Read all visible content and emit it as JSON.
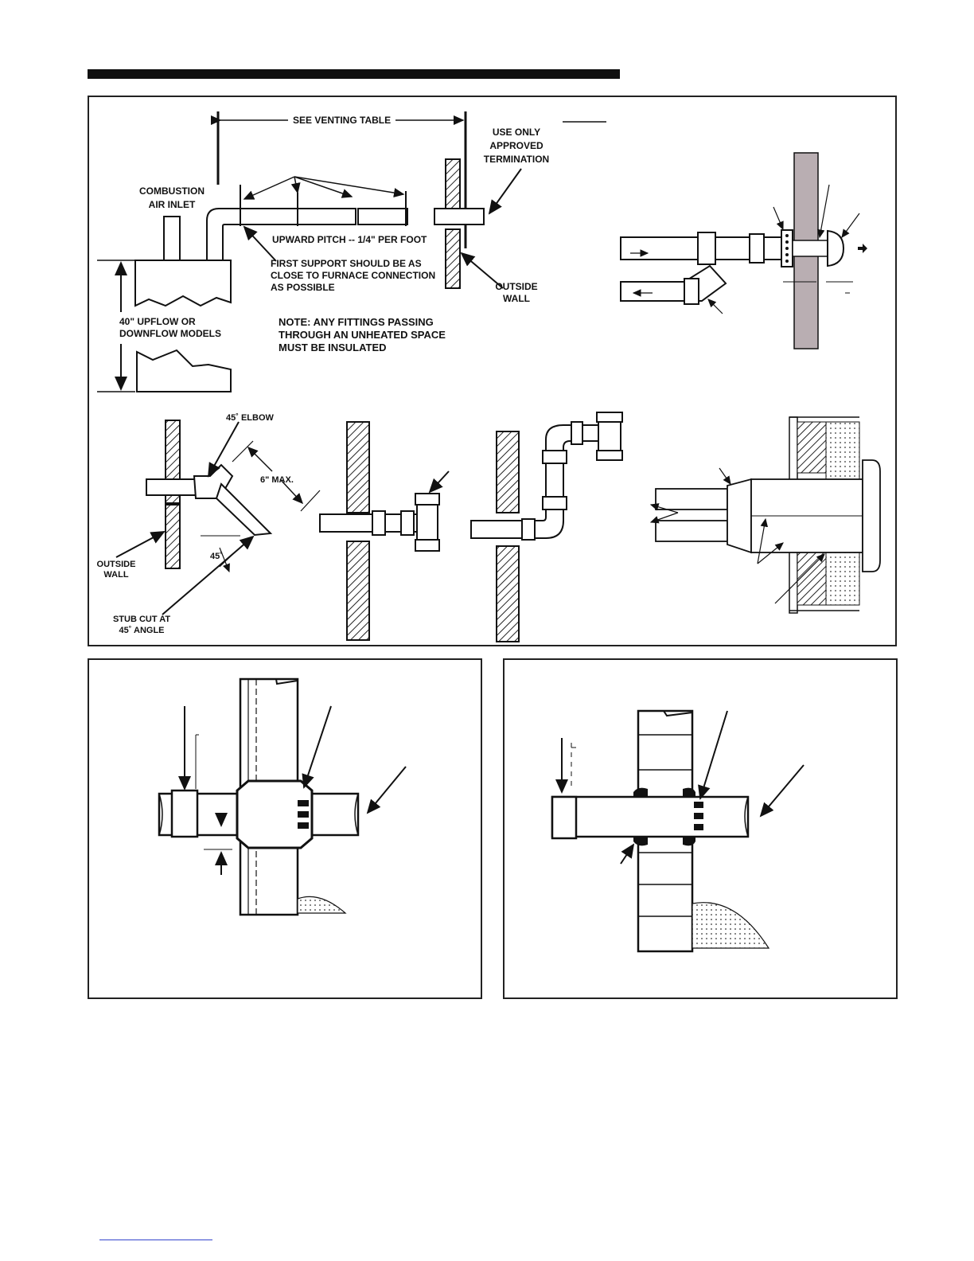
{
  "labels": {
    "see_venting_table": "SEE VENTING TABLE",
    "use_only": "USE ONLY",
    "approved": "APPROVED",
    "termination": "TERMINATION",
    "combustion": "COMBUSTION",
    "air_inlet": "AIR INLET",
    "upward_pitch": "UPWARD PITCH -- 1/4\" PER FOOT",
    "first_support_1": "FIRST SUPPORT SHOULD BE AS",
    "first_support_2": "CLOSE TO FURNACE CONNECTION",
    "first_support_3": "AS POSSIBLE",
    "outside_wall_1": "OUTSIDE",
    "outside_wall_2": "WALL",
    "models_1": "40\" UPFLOW OR",
    "models_2": "DOWNFLOW MODELS",
    "note_1": "NOTE: ANY FITTINGS PASSING",
    "note_2": "THROUGH AN UNHEATED SPACE",
    "note_3": "MUST BE INSULATED",
    "elbow": "45˚ ELBOW",
    "six_max": "6\" MAX.",
    "angle_45": "45˚",
    "outside_wall_b1": "OUTSIDE",
    "outside_wall_b2": "WALL",
    "stub_cut_1": "STUB CUT AT",
    "stub_cut_2": "45˚ ANGLE"
  }
}
